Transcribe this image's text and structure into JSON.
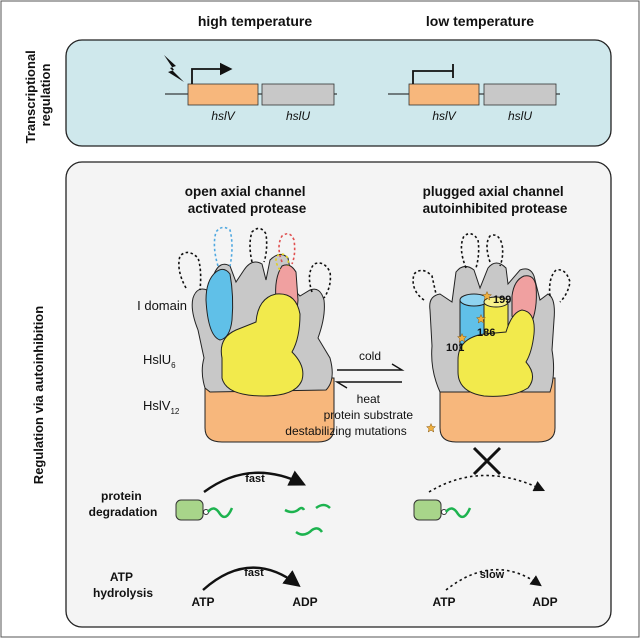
{
  "side_labels": {
    "transcriptional": [
      "Transcriptional",
      "regulation"
    ],
    "autoinhibition": "Regulation via autoinhibition"
  },
  "panel1": {
    "high_temp_title": "high temperature",
    "low_temp_title": "low temperature",
    "gene_v": "hslV",
    "gene_u": "hslU"
  },
  "panel2": {
    "left_title": [
      "open axial channel",
      "activated protease"
    ],
    "right_title": [
      "plugged axial channel",
      "autoinhibited protease"
    ],
    "labels": {
      "i_domain": "I domain",
      "hslu": "HslU",
      "hslu_sub": "6",
      "hslv": "HslV",
      "hslv_sub": "12"
    },
    "residues": [
      "199",
      "186",
      "101"
    ],
    "equilibrium": {
      "forward": "cold",
      "reverse": [
        "heat",
        "protein substrate",
        "destabilizing mutations"
      ]
    },
    "protein_degradation": {
      "label": [
        "protein",
        "degradation"
      ],
      "rate": "fast"
    },
    "atp_hydrolysis": {
      "label": [
        "ATP",
        "hydrolysis"
      ],
      "rate_left": "fast",
      "rate_right": "slow",
      "substrate": "ATP",
      "product": "ADP"
    }
  },
  "colors": {
    "panel1_bg": "#cfe8ec",
    "panel2_bg": "#f4f4f4",
    "hslv_orange": "#f7b77c",
    "hslu_gray": "#c8c8c8",
    "yellow": "#f2ea4c",
    "blue": "#60c0e8",
    "pink": "#f0a0a0",
    "green": "#1db34f",
    "green_box": "#a8d58a",
    "star": "#f0b040"
  }
}
